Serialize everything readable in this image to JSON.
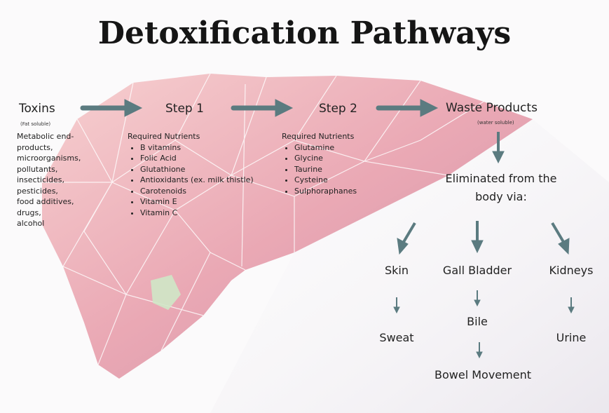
{
  "title": "Detoxification Pathways",
  "colors": {
    "arrow": "#5b7b80",
    "liver": "#e8a3ad"
  },
  "toxins": {
    "heading": "Toxins",
    "subtitle": "(Fat soluble)",
    "lines": [
      "Metabolic end-",
      "products,",
      "microorganisms,",
      "pollutants,",
      "insecticides,",
      "pesticides,",
      "food additives,",
      "drugs,",
      "alcohol"
    ]
  },
  "step1": {
    "heading": "Step 1",
    "label": "Required Nutrients",
    "items": [
      "B vitamins",
      "Folic Acid",
      "Glutathione",
      "Antioxidants (ex. milk thistle)",
      "Carotenoids",
      "Vitamin E",
      "Vitamin C"
    ]
  },
  "step2": {
    "heading": "Step 2",
    "label": "Required Nutrients",
    "items": [
      "Glutamine",
      "Glycine",
      "Taurine",
      "Cysteine",
      "Sulphoraphanes"
    ]
  },
  "waste": {
    "heading": "Waste Products",
    "subtitle": "(water soluble)"
  },
  "eliminated": {
    "line1": "Eliminated from the",
    "line2": "body via:"
  },
  "routes": {
    "skin": {
      "label": "Skin",
      "result": "Sweat"
    },
    "gall": {
      "label": "Gall Bladder",
      "result": "Bile",
      "result2": "Bowel Movement"
    },
    "kidneys": {
      "label": "Kidneys",
      "result": "Urine"
    }
  }
}
